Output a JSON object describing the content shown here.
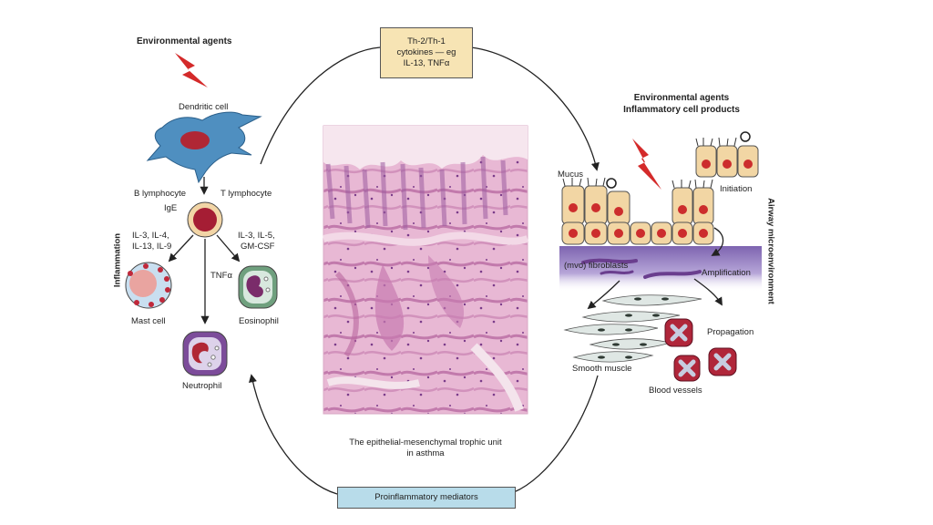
{
  "left": {
    "environmental_agents": "Environmental agents",
    "dendritic_cell": "Dendritic cell",
    "b_lymphocyte": "B lymphocyte",
    "t_lymphocyte": "T lymphocyte",
    "ige": "IgE",
    "il_left_1": "IL-3, IL-4,",
    "il_left_2": "IL-13, IL-9",
    "il_right_1": "IL-3, IL-5,",
    "il_right_2": "GM-CSF",
    "tnf": "TNFα",
    "mast_cell": "Mast cell",
    "eosinophil": "Eosinophil",
    "neutrophil": "Neutrophil",
    "inflammation": "Inflammation"
  },
  "top_box": {
    "line1": "Th-2/Th-1",
    "line2": "cytokines — eg",
    "line3": "IL-13, TNFα",
    "fill": "#f7e4b4"
  },
  "bottom_box": {
    "label": "Proinflammatory mediators",
    "fill": "#b8dcea"
  },
  "center": {
    "caption_line1": "The epithelial-mesenchymal trophic unit",
    "caption_line2": "in asthma"
  },
  "right": {
    "environmental_agents": "Environmental agents",
    "inflammatory_products": "Inflammatory cell products",
    "mucus": "Mucus",
    "initiation": "Initiation",
    "fibroblasts": "(mvo) fibroblasts",
    "amplification": "Amplification",
    "propagation": "Propagation",
    "smooth_muscle": "Smooth muscle",
    "blood_vessels": "Blood vessels",
    "airway_microenvironment": "Airway microenvironment"
  },
  "colors": {
    "lightning": "#d42a2a",
    "dendritic": "#4f8fc0",
    "tissue_pink": "#e2a6c8",
    "tissue_purple": "#9c5ca0",
    "epithelium": "#f2d6a4",
    "nucleus_red": "#cc2d2d",
    "mesenchyme": "#9b84c4"
  }
}
